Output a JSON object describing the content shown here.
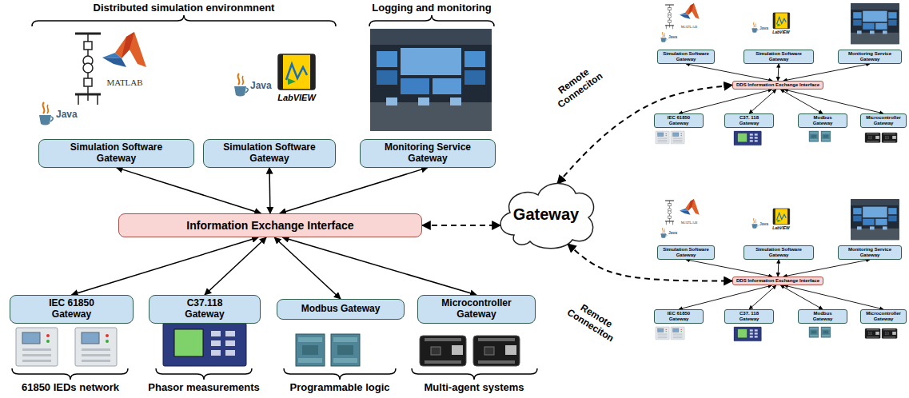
{
  "diagram": {
    "nodes": [
      {
        "text": [
          "Simulation Software Gateway"
        ]
      },
      {
        "text": [
          "Simulation Software Gateway"
        ]
      },
      {
        "text": [
          "Monitoring Service Gateway"
        ]
      },
      {
        "text": [
          "Information Exchange Interface"
        ]
      },
      {
        "text": [
          "Gateway"
        ]
      },
      {
        "text": [
          "IEC 61850 Gateway"
        ]
      },
      {
        "text": [
          "C37.118 Gateway"
        ]
      },
      {
        "text": [
          "Modbus Gateway"
        ]
      },
      {
        "text": [
          "Microcontroller Gateway"
        ]
      },
      {
        "text": [
          "Simulation Software Gateway"
        ]
      },
      {
        "text": [
          "Simulation Software Gateway"
        ]
      },
      {
        "text": [
          "Monitoring Service Gateway"
        ]
      },
      {
        "text": [
          "DDS Information Exchange Interface"
        ]
      },
      {
        "text": [
          "IEC 61850 Gateway"
        ]
      },
      {
        "text": [
          "C37. 118 Gateway"
        ]
      },
      {
        "text": [
          "Modbus Gateway"
        ]
      },
      {
        "text": [
          "Microcontroller Gateway"
        ]
      },
      {
        "text": [
          "Simulation Software Gateway"
        ]
      },
      {
        "text": [
          "Simulation Software Gateway"
        ]
      },
      {
        "text": [
          "Monitoring Service Gateway"
        ]
      },
      {
        "text": [
          "DDS Information Exchange Interface"
        ]
      },
      {
        "text": [
          "IEC 61850 Gateway"
        ]
      },
      {
        "text": [
          "C37. 118 Gateway"
        ]
      },
      {
        "text": [
          "Modbus Gateway"
        ]
      },
      {
        "text": [
          "Microcontroller Gateway"
        ]
      }
    ],
    "edges": [
      {
        "from": 0,
        "to": 3,
        "arrow": "both"
      },
      {
        "from": 1,
        "to": 3,
        "arrow": "both"
      },
      {
        "from": 2,
        "to": 3,
        "arrow": "both"
      },
      {
        "from": 3,
        "to": 5,
        "arrow": "both"
      },
      {
        "from": 3,
        "to": 6,
        "arrow": "both"
      },
      {
        "from": 3,
        "to": 7,
        "arrow": "both"
      },
      {
        "from": 3,
        "to": 8,
        "arrow": "both"
      },
      {
        "from": 3,
        "to": 4,
        "arrow": "both"
      },
      {
        "from": 4,
        "to": 12,
        "arrow": "both",
        "label": "Remote Conneciton"
      },
      {
        "from": 4,
        "to": 20,
        "arrow": "both",
        "label": "Remote Conneciton"
      },
      {
        "from": 9,
        "to": 12,
        "arrow": "both"
      },
      {
        "from": 10,
        "to": 12,
        "arrow": "both"
      },
      {
        "from": 11,
        "to": 12,
        "arrow": "both"
      },
      {
        "from": 12,
        "to": 13,
        "arrow": "both"
      },
      {
        "from": 12,
        "to": 14,
        "arrow": "both"
      },
      {
        "from": 12,
        "to": 15,
        "arrow": "both"
      },
      {
        "from": 12,
        "to": 16,
        "arrow": "both"
      },
      {
        "from": 17,
        "to": 20,
        "arrow": "both"
      },
      {
        "from": 18,
        "to": 20,
        "arrow": "both"
      },
      {
        "from": 19,
        "to": 20,
        "arrow": "both"
      },
      {
        "from": 20,
        "to": 21,
        "arrow": "both"
      },
      {
        "from": 20,
        "to": 22,
        "arrow": "both"
      },
      {
        "from": 20,
        "to": 23,
        "arrow": "both"
      },
      {
        "from": 20,
        "to": 24,
        "arrow": "both"
      }
    ],
    "labels": [
      "Distributed simulation environmnent",
      "Logging and monitoring",
      "MATLAB",
      "Java",
      "Java",
      "LabVIEW",
      "61850 IEDs network",
      "Phasor measurements",
      "Programmable logic",
      "Multi-agent systems",
      "MATLAB",
      "Java",
      "Java",
      "LabVIEW",
      "MATLAB",
      "Java",
      "Java",
      "LabVIEW"
    ]
  }
}
